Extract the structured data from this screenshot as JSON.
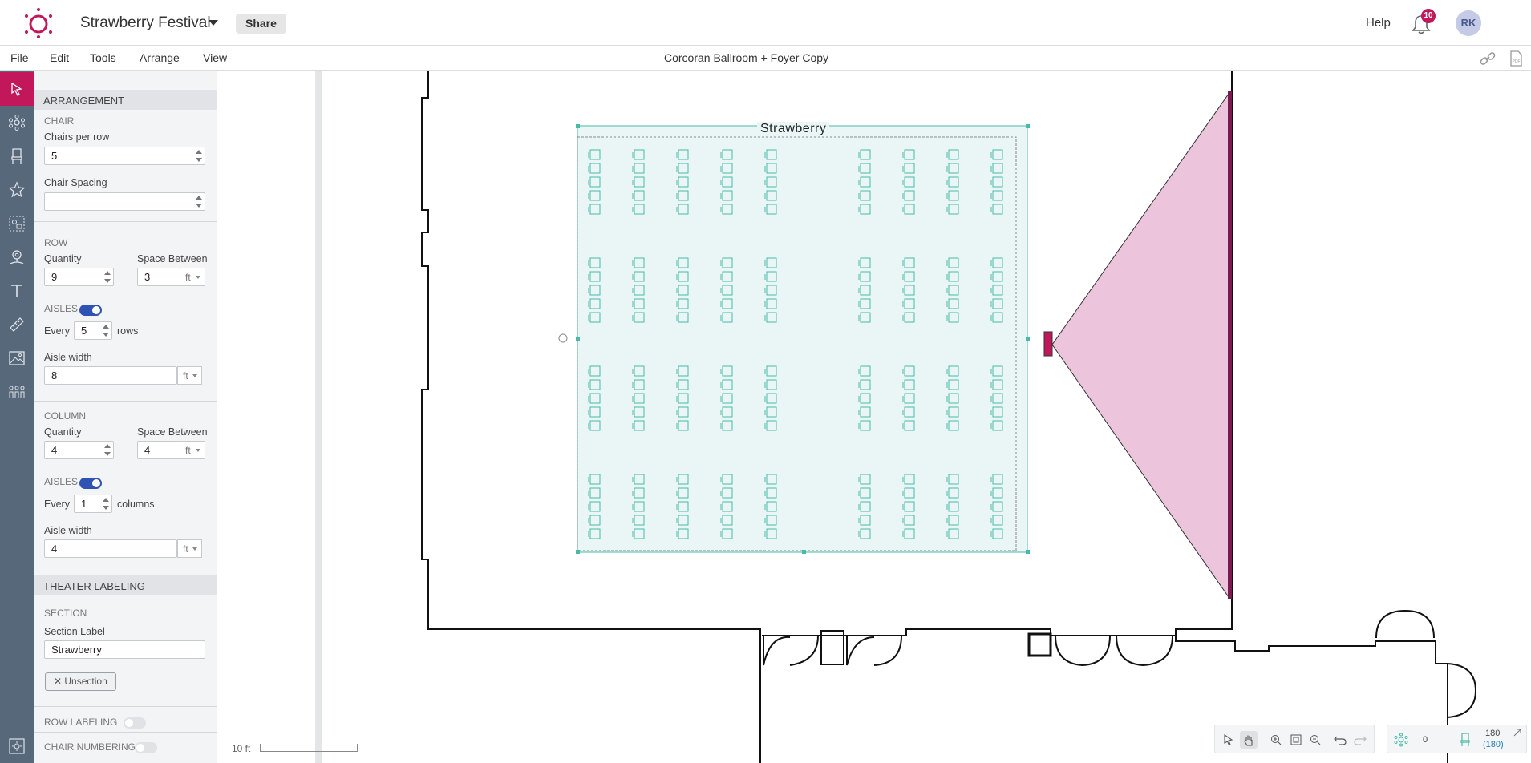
{
  "header": {
    "app_name": "Strawberry Festival",
    "share_label": "Share",
    "help_label": "Help",
    "notification_count": "10",
    "user_initials": "RK",
    "brand_color": "#c2185b"
  },
  "menubar": {
    "items": [
      "File",
      "Edit",
      "Tools",
      "Arrange",
      "View"
    ],
    "document_title": "Corcoran Ballroom + Foyer Copy",
    "icons": [
      "link-icon",
      "pdf-icon"
    ]
  },
  "toolrail": {
    "tools": [
      "select-icon",
      "tables-icon",
      "chairs-icon",
      "star-icon",
      "group-icon",
      "pin-icon",
      "text-icon",
      "measure-icon",
      "image-icon",
      "people-icon",
      "settings-icon"
    ],
    "active_color": "#c2185b"
  },
  "panel": {
    "arrangement_title": "ARRANGEMENT",
    "chair_head": "CHAIR",
    "chairs_per_row_label": "Chairs per row",
    "chairs_per_row": "5",
    "chair_spacing_label": "Chair Spacing",
    "chair_spacing": "",
    "row_head": "ROW",
    "row_quantity_label": "Quantity",
    "row_quantity": "9",
    "row_space_label": "Space Between",
    "row_space": "3",
    "unit": "ft",
    "row_aisles_label": "AISLES",
    "row_aisles_on": true,
    "row_every_label": "Every",
    "row_every": "5",
    "row_every_suffix": "rows",
    "row_aisle_width_label": "Aisle width",
    "row_aisle_width": "8",
    "column_head": "COLUMN",
    "col_quantity_label": "Quantity",
    "col_quantity": "4",
    "col_space_label": "Space Between",
    "col_space": "4",
    "col_aisles_label": "AISLES",
    "col_aisles_on": true,
    "col_every_label": "Every",
    "col_every": "1",
    "col_every_suffix": "columns",
    "col_aisle_width_label": "Aisle width",
    "col_aisle_width": "4",
    "theater_labeling_title": "THEATER LABELING",
    "section_head": "SECTION",
    "section_label_label": "Section Label",
    "section_label": "Strawberry",
    "unsection_label": "Unsection",
    "row_labeling_label": "ROW LABELING",
    "row_labeling_on": false,
    "chair_numbering_label": "CHAIR NUMBERING",
    "chair_numbering_on": false
  },
  "canvas": {
    "section_title": "Strawberry",
    "scale_label": "10 ft",
    "chair_color": "#49b9a8",
    "section_fill": "#e9f6f5",
    "stage_fill": "#ecc4dc",
    "stage_edge": "#7a1b4f"
  },
  "bottombar": {
    "tools": [
      "select-icon",
      "pan-icon",
      "zoom-in-icon",
      "fit-icon",
      "zoom-out-icon",
      "undo-icon",
      "redo-icon"
    ],
    "tables_count": "0",
    "chairs_count": "180",
    "chairs_sub": "(180)"
  }
}
